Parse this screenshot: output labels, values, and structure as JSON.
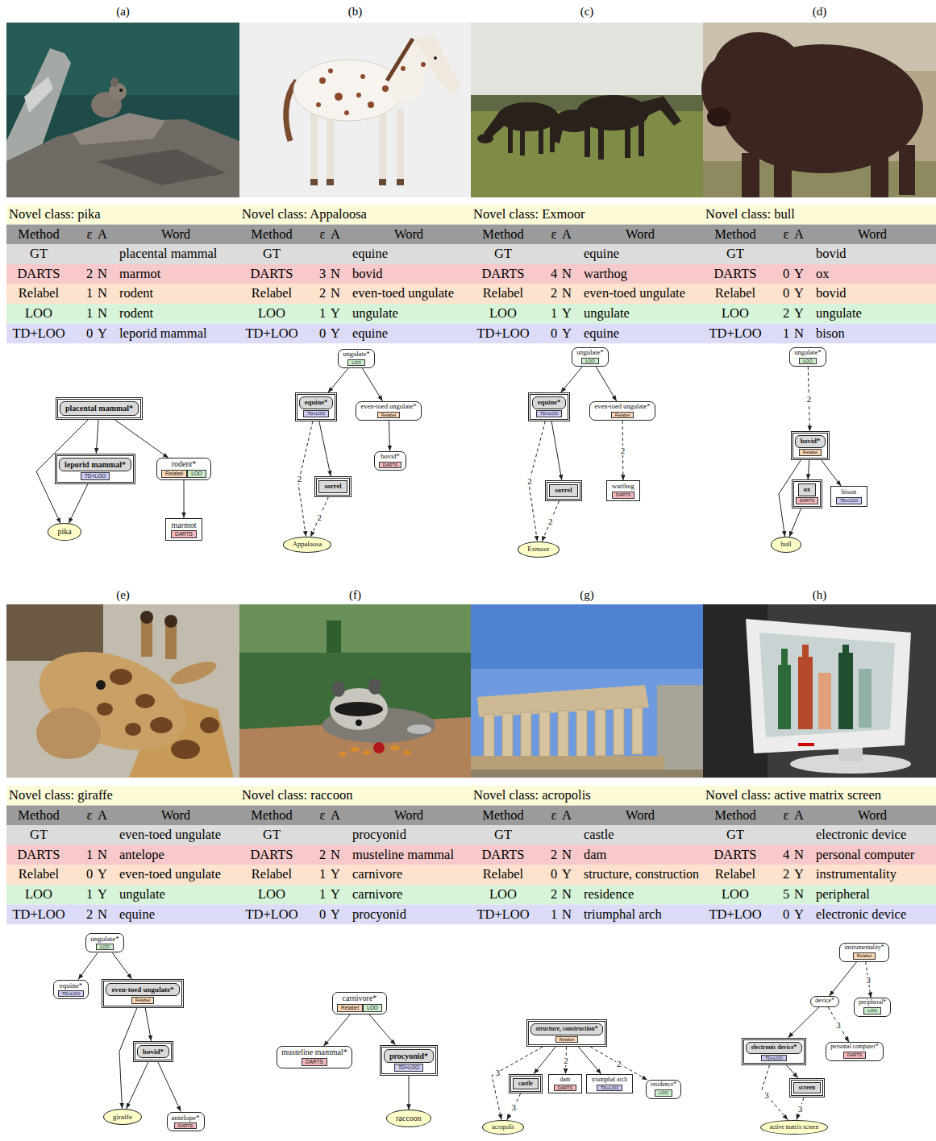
{
  "diagram": {
    "nodes": [
      {
        "text": [
          "placental mammal*"
        ]
      },
      {
        "text": [
          "leporid mammal*"
        ]
      },
      {
        "text": [
          "TD+LOO"
        ],
        "in": 1
      },
      {
        "text": [
          "rodent*"
        ]
      },
      {
        "text": [
          "Relabel"
        ],
        "in": 3
      },
      {
        "text": [
          "LOO"
        ],
        "in": 3
      },
      {
        "text": [
          "marmot"
        ]
      },
      {
        "text": [
          "DARTS"
        ],
        "in": 6
      },
      {
        "text": [
          "pika"
        ]
      },
      {
        "text": [
          "ungulate*"
        ]
      },
      {
        "text": [
          "LOO"
        ],
        "in": 9
      },
      {
        "text": [
          "equine*"
        ]
      },
      {
        "text": [
          "TD+LOO"
        ],
        "in": 11
      },
      {
        "text": [
          "even-toed ungulate*"
        ]
      },
      {
        "text": [
          "Relabel"
        ],
        "in": 13
      },
      {
        "text": [
          "sorrel"
        ]
      },
      {
        "text": [
          "bovid*"
        ]
      },
      {
        "text": [
          "DARTS"
        ],
        "in": 16
      },
      {
        "text": [
          "Appaloosa"
        ]
      },
      {
        "text": [
          "ungulate*"
        ]
      },
      {
        "text": [
          "LOO"
        ],
        "in": 19
      },
      {
        "text": [
          "equine*"
        ]
      },
      {
        "text": [
          "TD+LOO"
        ],
        "in": 21
      },
      {
        "text": [
          "even-toed ungulate*"
        ]
      },
      {
        "text": [
          "Relabel"
        ],
        "in": 23
      },
      {
        "text": [
          "sorrel"
        ]
      },
      {
        "text": [
          "warthog"
        ]
      },
      {
        "text": [
          "DARTS"
        ],
        "in": 26
      },
      {
        "text": [
          "Exmoor"
        ]
      },
      {
        "text": [
          "ungulate*"
        ]
      },
      {
        "text": [
          "LOO"
        ],
        "in": 29
      },
      {
        "text": [
          "bovid*"
        ]
      },
      {
        "text": [
          "Relabel"
        ],
        "in": 31
      },
      {
        "text": [
          "ox"
        ]
      },
      {
        "text": [
          "DARTS"
        ],
        "in": 33
      },
      {
        "text": [
          "bison"
        ]
      },
      {
        "text": [
          "TD+LOO"
        ],
        "in": 35
      },
      {
        "text": [
          "bull"
        ]
      },
      {
        "text": [
          "ungulate*"
        ]
      },
      {
        "text": [
          "LOO"
        ],
        "in": 38
      },
      {
        "text": [
          "equine*"
        ]
      },
      {
        "text": [
          "TD+LOO"
        ],
        "in": 40
      },
      {
        "text": [
          "even-toed ungulate*"
        ]
      },
      {
        "text": [
          "Relabel"
        ],
        "in": 42
      },
      {
        "text": [
          "bovid*"
        ]
      },
      {
        "text": [
          "giraffe"
        ]
      },
      {
        "text": [
          "antelope*"
        ]
      },
      {
        "text": [
          "DARTS"
        ],
        "in": 46
      },
      {
        "text": [
          "carnivore*"
        ]
      },
      {
        "text": [
          "Relabel"
        ],
        "in": 48
      },
      {
        "text": [
          "LOO"
        ],
        "in": 48
      },
      {
        "text": [
          "musteline mammal*"
        ]
      },
      {
        "text": [
          "DARTS"
        ],
        "in": 51
      },
      {
        "text": [
          "procyonid*"
        ]
      },
      {
        "text": [
          "TD+LOO"
        ],
        "in": 53
      },
      {
        "text": [
          "raccoon"
        ]
      },
      {
        "text": [
          "structure, construction*"
        ]
      },
      {
        "text": [
          "Relabel"
        ],
        "in": 56
      },
      {
        "text": [
          "castle"
        ]
      },
      {
        "text": [
          "dam"
        ]
      },
      {
        "text": [
          "DARTS"
        ],
        "in": 59
      },
      {
        "text": [
          "triumphal arch"
        ]
      },
      {
        "text": [
          "TD+LOO"
        ],
        "in": 61
      },
      {
        "text": [
          "residence*"
        ]
      },
      {
        "text": [
          "LOO"
        ],
        "in": 63
      },
      {
        "text": [
          "acropolis"
        ]
      },
      {
        "text": [
          "instrumentality*"
        ]
      },
      {
        "text": [
          "Relabel"
        ],
        "in": 66
      },
      {
        "text": [
          "device*"
        ]
      },
      {
        "text": [
          "peripheral*"
        ]
      },
      {
        "text": [
          "LOO"
        ],
        "in": 69
      },
      {
        "text": [
          "electronic device*"
        ]
      },
      {
        "text": [
          "TD+LOO"
        ],
        "in": 71
      },
      {
        "text": [
          "personal computer*"
        ]
      },
      {
        "text": [
          "DARTS"
        ],
        "in": 73
      },
      {
        "text": [
          "screen"
        ]
      },
      {
        "text": [
          "active matrix screen"
        ]
      }
    ],
    "edges": [
      {
        "from": 0,
        "to": 1,
        "arrow": "to"
      },
      {
        "from": 0,
        "to": 3,
        "arrow": "to"
      },
      {
        "from": 0,
        "to": 8,
        "arrow": "to"
      },
      {
        "from": 1,
        "to": 8,
        "arrow": "to"
      },
      {
        "from": 3,
        "to": 6,
        "arrow": "to"
      },
      {
        "from": 9,
        "to": 11,
        "arrow": "to"
      },
      {
        "from": 9,
        "to": 13,
        "arrow": "to"
      },
      {
        "from": 11,
        "to": 15,
        "arrow": "to"
      },
      {
        "from": 11,
        "to": 18,
        "arrow": "to",
        "label": "2"
      },
      {
        "from": 15,
        "to": 18,
        "arrow": "to",
        "label": "2"
      },
      {
        "from": 13,
        "to": 16,
        "arrow": "to"
      },
      {
        "from": 19,
        "to": 21,
        "arrow": "to"
      },
      {
        "from": 19,
        "to": 23,
        "arrow": "to"
      },
      {
        "from": 21,
        "to": 25,
        "arrow": "to"
      },
      {
        "from": 21,
        "to": 28,
        "arrow": "to",
        "label": "2"
      },
      {
        "from": 25,
        "to": 28,
        "arrow": "to",
        "label": "2"
      },
      {
        "from": 23,
        "to": 26,
        "arrow": "to",
        "label": "2"
      },
      {
        "from": 29,
        "to": 31,
        "arrow": "to",
        "label": "2"
      },
      {
        "from": 31,
        "to": 33,
        "arrow": "to"
      },
      {
        "from": 31,
        "to": 35,
        "arrow": "to"
      },
      {
        "from": 31,
        "to": 37,
        "arrow": "to"
      },
      {
        "from": 33,
        "to": 37,
        "arrow": "to"
      },
      {
        "from": 38,
        "to": 40,
        "arrow": "to"
      },
      {
        "from": 38,
        "to": 42,
        "arrow": "to"
      },
      {
        "from": 42,
        "to": 44,
        "arrow": "to"
      },
      {
        "from": 42,
        "to": 45,
        "arrow": "to"
      },
      {
        "from": 44,
        "to": 45,
        "arrow": "to"
      },
      {
        "from": 44,
        "to": 46,
        "arrow": "to"
      },
      {
        "from": 48,
        "to": 51,
        "arrow": "to"
      },
      {
        "from": 48,
        "to": 53,
        "arrow": "to"
      },
      {
        "from": 53,
        "to": 55,
        "arrow": "to"
      },
      {
        "from": 56,
        "to": 65,
        "arrow": "to",
        "label": "3"
      },
      {
        "from": 56,
        "to": 58,
        "arrow": "to"
      },
      {
        "from": 56,
        "to": 59,
        "arrow": "to",
        "label": "2"
      },
      {
        "from": 56,
        "to": 61,
        "arrow": "to"
      },
      {
        "from": 56,
        "to": 63,
        "arrow": "to",
        "label": "2"
      },
      {
        "from": 58,
        "to": 65,
        "arrow": "to",
        "label": "3"
      },
      {
        "from": 66,
        "to": 68,
        "arrow": "to"
      },
      {
        "from": 66,
        "to": 69,
        "arrow": "to",
        "label": "3"
      },
      {
        "from": 68,
        "to": 71,
        "arrow": "to"
      },
      {
        "from": 68,
        "to": 73,
        "arrow": "to",
        "label": "3"
      },
      {
        "from": 71,
        "to": 76,
        "arrow": "to",
        "label": "3"
      },
      {
        "from": 71,
        "to": 75,
        "arrow": "to"
      },
      {
        "from": 75,
        "to": 76,
        "arrow": "to",
        "label": "3"
      }
    ],
    "labels": [
      "(a)",
      "Novel class: pika",
      "Method",
      "ε",
      "A",
      "Word",
      "GT",
      "placental mammal",
      "DARTS",
      "2",
      "N",
      "marmot",
      "Relabel",
      "1",
      "N",
      "rodent",
      "LOO",
      "1",
      "N",
      "rodent",
      "TD+LOO",
      "0",
      "Y",
      "leporid mammal",
      "(b)",
      "Novel class: Appaloosa",
      "Method",
      "ε",
      "A",
      "Word",
      "GT",
      "equine",
      "DARTS",
      "3",
      "N",
      "bovid",
      "Relabel",
      "2",
      "N",
      "even-toed ungulate",
      "LOO",
      "1",
      "Y",
      "ungulate",
      "TD+LOO",
      "0",
      "Y",
      "equine",
      "(c)",
      "Novel class: Exmoor",
      "Method",
      "ε",
      "A",
      "Word",
      "GT",
      "equine",
      "DARTS",
      "4",
      "N",
      "warthog",
      "Relabel",
      "2",
      "N",
      "even-toed ungulate",
      "LOO",
      "1",
      "Y",
      "ungulate",
      "TD+LOO",
      "0",
      "Y",
      "equine",
      "(d)",
      "Novel class: bull",
      "Method",
      "ε",
      "A",
      "Word",
      "GT",
      "bovid",
      "DARTS",
      "0",
      "Y",
      "ox",
      "Relabel",
      "0",
      "Y",
      "bovid",
      "LOO",
      "2",
      "Y",
      "ungulate",
      "TD+LOO",
      "1",
      "N",
      "bison",
      "(e)",
      "Novel class: giraffe",
      "Method",
      "ε",
      "A",
      "Word",
      "GT",
      "even-toed ungulate",
      "DARTS",
      "1",
      "N",
      "antelope",
      "Relabel",
      "0",
      "Y",
      "even-toed ungulate",
      "LOO",
      "1",
      "Y",
      "ungulate",
      "TD+LOO",
      "2",
      "N",
      "equine",
      "(f)",
      "Novel class: raccoon",
      "Method",
      "ε",
      "A",
      "Word",
      "GT",
      "procyonid",
      "DARTS",
      "2",
      "N",
      "musteline mammal",
      "Relabel",
      "1",
      "Y",
      "carnivore",
      "LOO",
      "1",
      "Y",
      "carnivore",
      "TD+LOO",
      "0",
      "Y",
      "procyonid",
      "(g)",
      "Novel class: acropolis",
      "Method",
      "ε",
      "A",
      "Word",
      "GT",
      "castle",
      "DARTS",
      "2",
      "N",
      "dam",
      "Relabel",
      "0",
      "Y",
      "structure, construction",
      "LOO",
      "2",
      "N",
      "residence",
      "TD+LOO",
      "1",
      "N",
      "triumphal arch",
      "(h)",
      "Novel class: active matrix screen",
      "Method",
      "ε",
      "A",
      "Word",
      "GT",
      "electronic device",
      "DARTS",
      "4",
      "N",
      "personal computer",
      "Relabel",
      "2",
      "Y",
      "instrumentality",
      "LOO",
      "5",
      "N",
      "peripheral",
      "TD+LOO",
      "0",
      "Y",
      "electronic device"
    ]
  }
}
